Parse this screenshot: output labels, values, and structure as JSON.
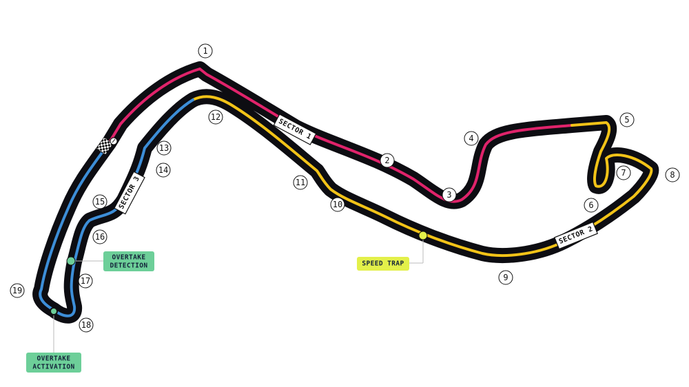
{
  "colors": {
    "track": "#0d0d12",
    "sector1": "#e0236b",
    "sector2": "#f2c318",
    "sector3": "#3d8ed8",
    "overtake_tag": "#6dcf99",
    "speed_trap_tag": "#e3f04a"
  },
  "sectors": [
    {
      "id": "s1",
      "label": "SECTOR 1"
    },
    {
      "id": "s2",
      "label": "SECTOR 2"
    },
    {
      "id": "s3",
      "label": "SECTOR 3"
    }
  ],
  "turns": [
    "1",
    "2",
    "3",
    "4",
    "5",
    "6",
    "7",
    "8",
    "9",
    "10",
    "11",
    "12",
    "13",
    "14",
    "15",
    "16",
    "17",
    "18",
    "19"
  ],
  "markers": {
    "overtake_detection": {
      "line1": "OVERTAKE",
      "line2": "DETECTION"
    },
    "overtake_activation": {
      "line1": "OVERTAKE",
      "line2": "ACTIVATION"
    },
    "speed_trap": {
      "label": "SPEED TRAP"
    }
  },
  "icons": {
    "start_finish": "checkered-flag-icon"
  }
}
